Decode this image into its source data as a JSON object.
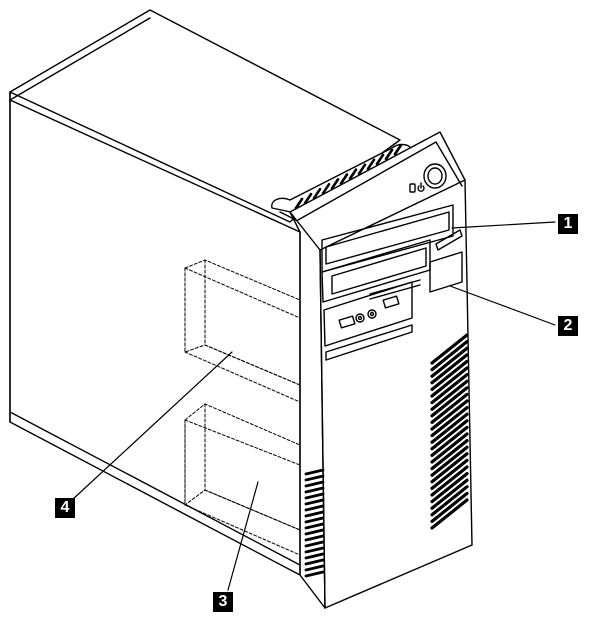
{
  "callouts": [
    {
      "id": "1",
      "label": "1"
    },
    {
      "id": "2",
      "label": "2"
    },
    {
      "id": "3",
      "label": "3"
    },
    {
      "id": "4",
      "label": "4"
    }
  ],
  "colors": {
    "line": "#000000",
    "background": "#ffffff",
    "callout_fill": "#000000",
    "callout_text": "#ffffff"
  },
  "icons": [
    "power-button-icon",
    "hdd-activity-icon",
    "power-symbol-icon",
    "usb-port-icon",
    "microphone-jack-icon",
    "headphone-jack-icon"
  ]
}
